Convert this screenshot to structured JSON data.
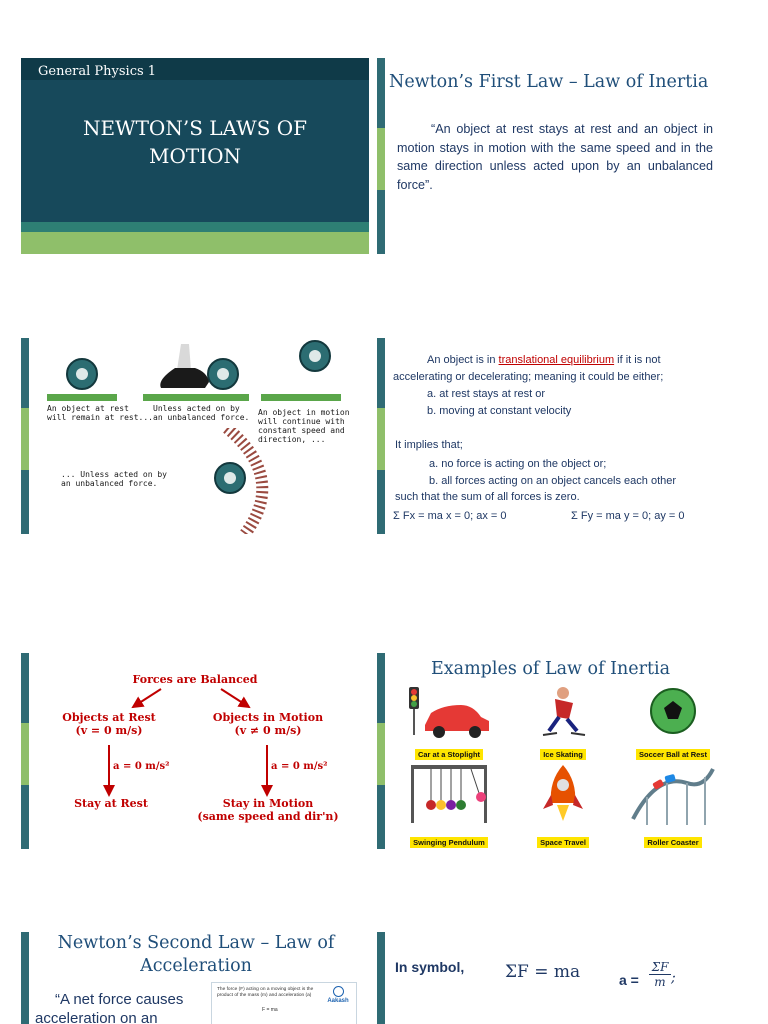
{
  "slide1": {
    "course": "General Physics 1",
    "title_line1": "NEWTON’S LAWS OF",
    "title_line2": "MOTION"
  },
  "slide2": {
    "heading": "Newton’s First Law – Law of Inertia",
    "quote": "“An object at rest stays at rest and an object in motion stays in motion with the same speed and in the same direction unless acted upon by an unbalanced force”."
  },
  "slide3": {
    "cap_rest": "An object at rest\nwill remain at rest...",
    "cap_unless": "Unless acted on by\nan unbalanced force.",
    "cap_motion": "An object in motion\nwill continue with\nconstant speed and\ndirection, ...",
    "cap_unbalanced": "... Unless acted on by\nan unbalanced force."
  },
  "slide4": {
    "intro_pre": "An object is in ",
    "intro_link": "translational equilibrium",
    "intro_post": " if it is not",
    "intro_line2": "accelerating or decelerating; meaning it could be either;",
    "opt_a": "a. at rest stays at rest or",
    "opt_b": "b. moving at constant velocity",
    "implies": "It implies that;",
    "imp_a": "a. no force is acting on the object or;",
    "imp_b": "b. all forces acting on an object cancels each other",
    "imp_b2": "such that the sum of all forces is zero.",
    "eq_x": "Σ Fx = ma x = 0; ax = 0",
    "eq_y": "Σ Fy = ma y = 0; ay = 0"
  },
  "slide5": {
    "top": "Forces are Balanced",
    "left_title": "Objects at Rest",
    "left_sub": "(v = 0 m/s)",
    "right_title": "Objects in Motion",
    "right_sub": "(v ≠ 0 m/s)",
    "accel": "a = 0 m/s²",
    "left_result": "Stay at Rest",
    "right_result": "Stay in Motion",
    "right_result2": "(same speed and dir'n)"
  },
  "slide6": {
    "heading": "Examples of Law of Inertia",
    "examples": [
      "Car at a Stoplight",
      "Ice Skating",
      "Soccer Ball at Rest",
      "Swinging Pendulum",
      "Space Travel",
      "Roller Coaster"
    ]
  },
  "slide7": {
    "heading_line1": "Newton’s Second Law – Law of",
    "heading_line2": "Acceleration",
    "body_line1": "“A net force causes",
    "body_line2": "acceleration on an",
    "card_text": "The force (F) acting on a moving object is the product of the mass (m) and acceleration (a)",
    "card_formula": "F = ma",
    "card_brand": "Aakash"
  },
  "slide8": {
    "label": "In symbol,",
    "sum_f": "ΣF = ma",
    "a_eq": "a =",
    "numer": "ΣF",
    "denom": "m"
  },
  "colors": {
    "title_bg": "#17495b",
    "accent": "#8fbf6a",
    "heading": "#1f4e79",
    "red": "#c00000"
  }
}
